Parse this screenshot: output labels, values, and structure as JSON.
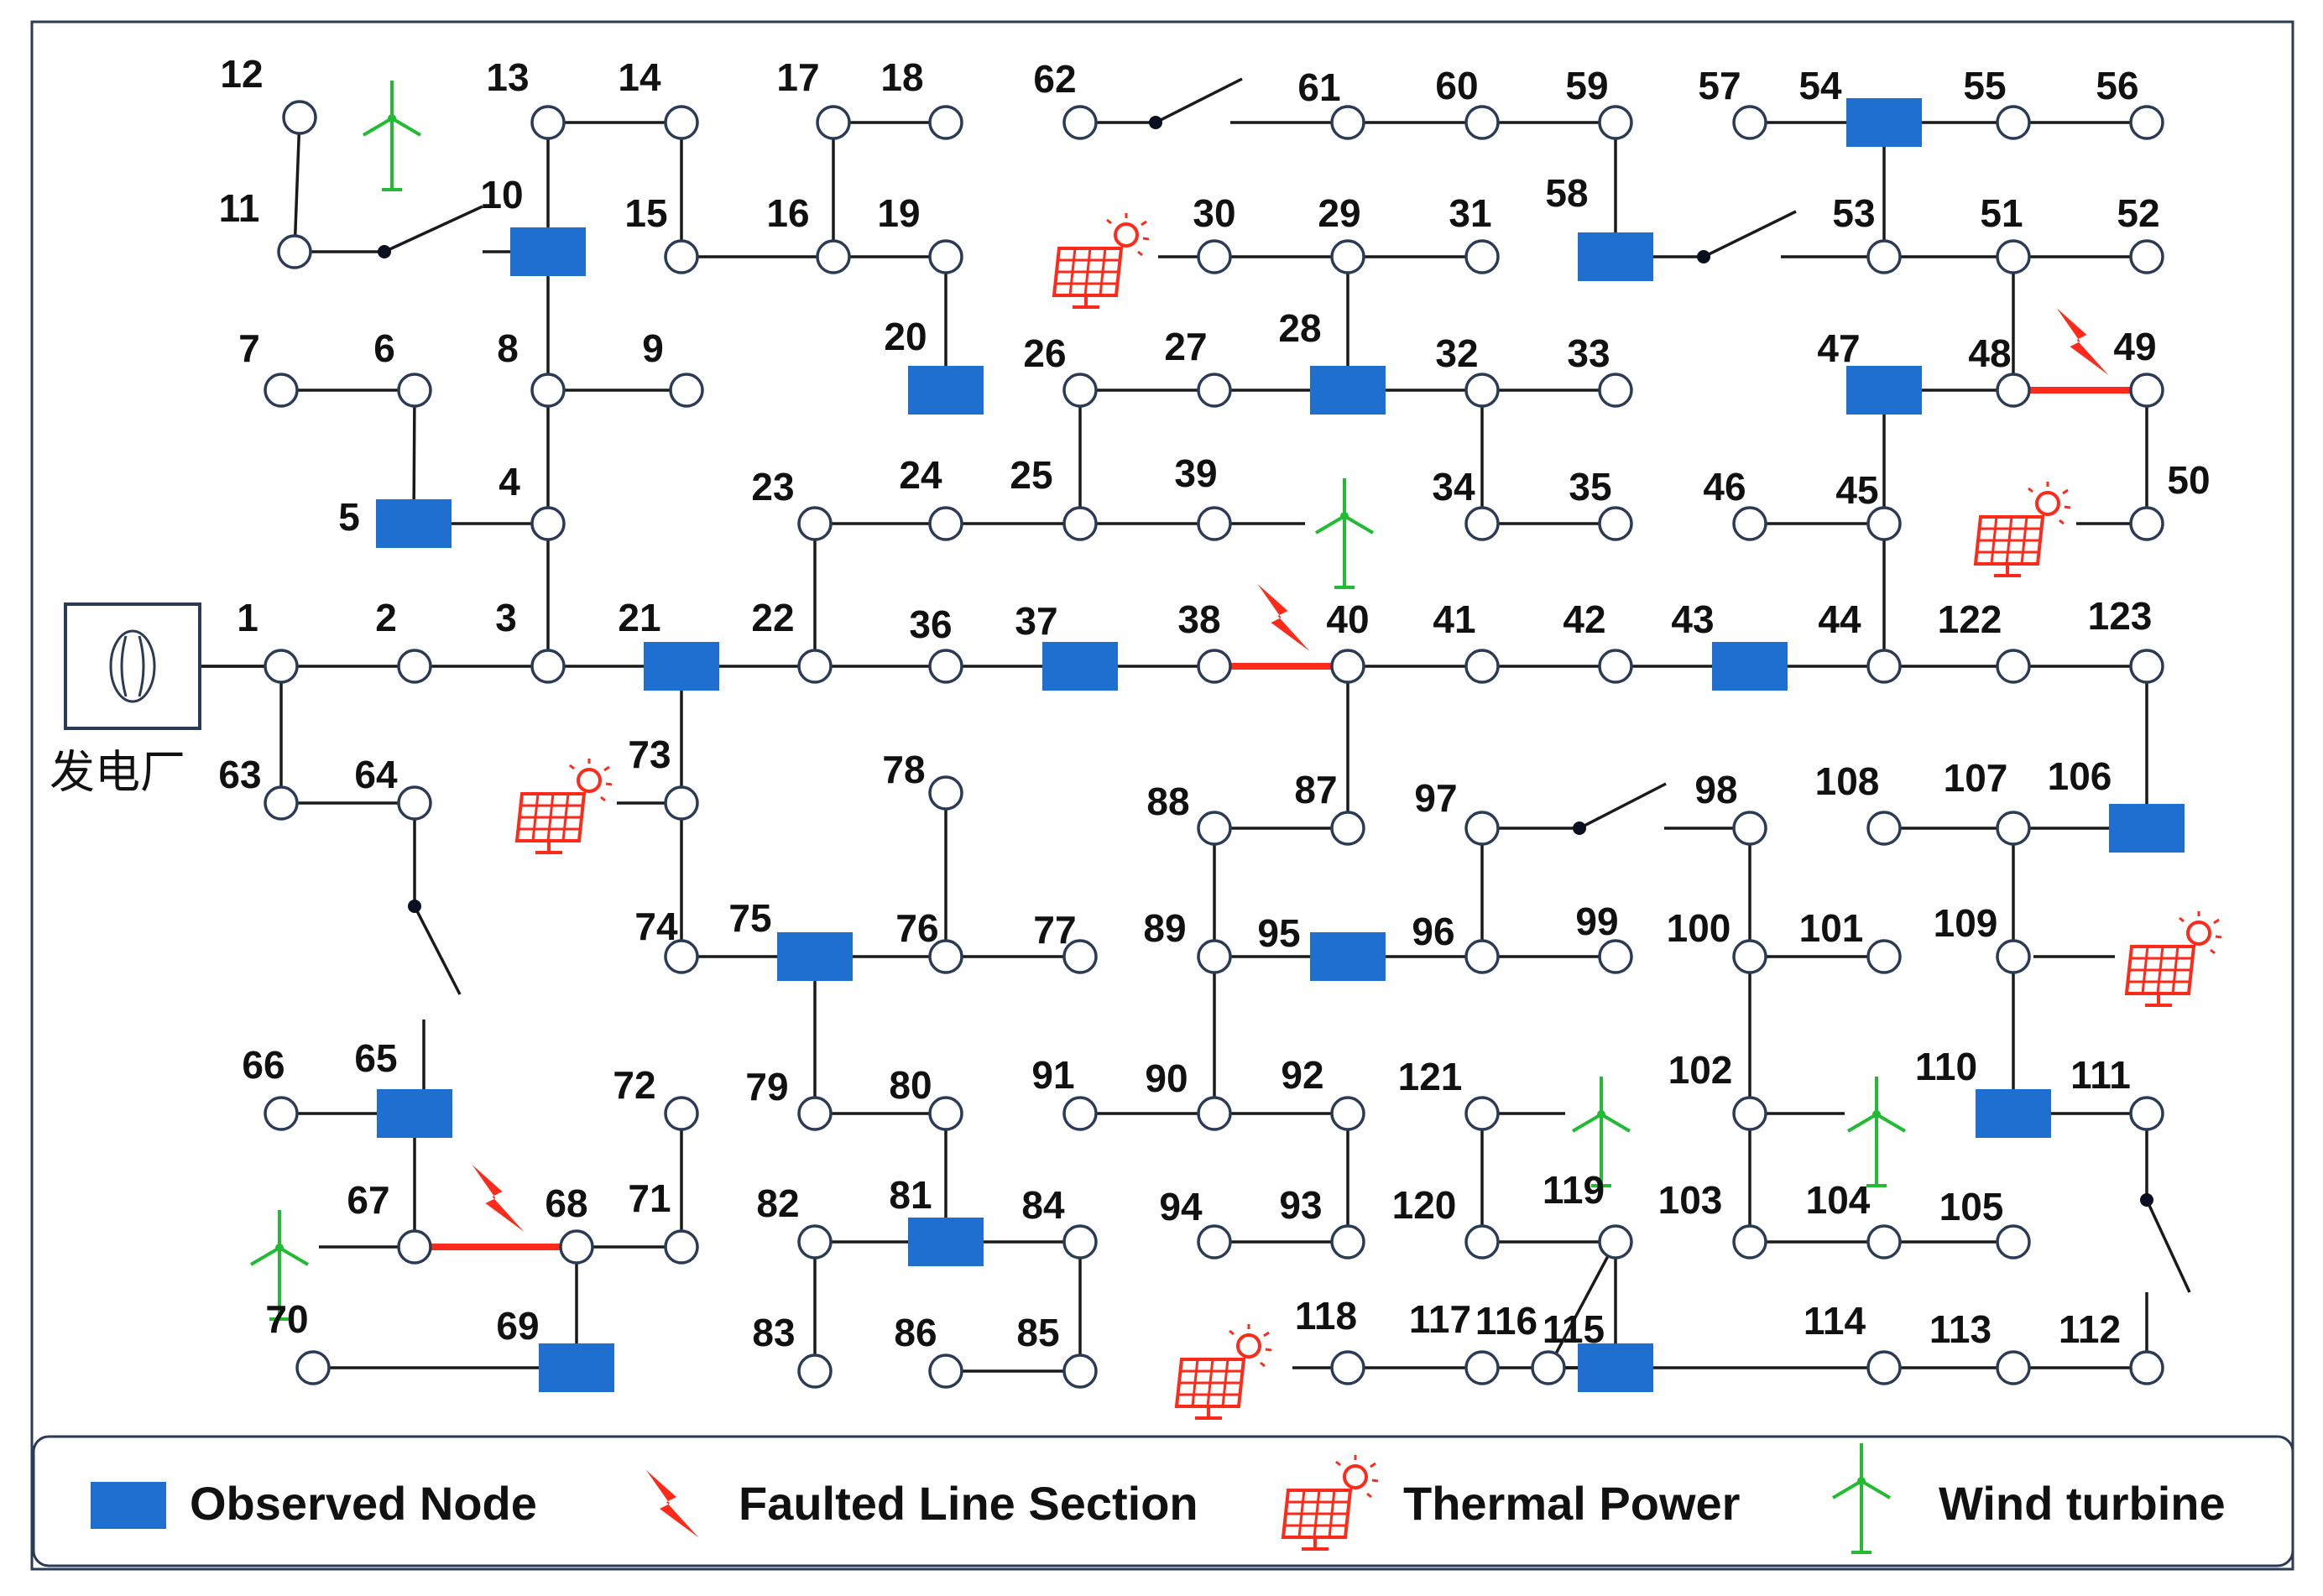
{
  "diagram": {
    "plant_label": "发电厂",
    "node_labels": [
      "1",
      "2",
      "3",
      "4",
      "5",
      "6",
      "7",
      "8",
      "9",
      "10",
      "11",
      "12",
      "13",
      "14",
      "15",
      "16",
      "17",
      "18",
      "19",
      "20",
      "21",
      "22",
      "23",
      "24",
      "25",
      "26",
      "27",
      "28",
      "29",
      "30",
      "31",
      "32",
      "33",
      "34",
      "35",
      "36",
      "37",
      "38",
      "39",
      "40",
      "41",
      "42",
      "43",
      "44",
      "45",
      "46",
      "47",
      "48",
      "49",
      "50",
      "51",
      "52",
      "53",
      "54",
      "55",
      "56",
      "57",
      "58",
      "59",
      "60",
      "61",
      "62",
      "63",
      "64",
      "65",
      "66",
      "67",
      "68",
      "69",
      "70",
      "71",
      "72",
      "73",
      "74",
      "75",
      "76",
      "77",
      "78",
      "79",
      "80",
      "81",
      "82",
      "83",
      "84",
      "85",
      "86",
      "87",
      "88",
      "89",
      "90",
      "91",
      "92",
      "93",
      "94",
      "95",
      "96",
      "97",
      "98",
      "99",
      "100",
      "101",
      "102",
      "103",
      "104",
      "105",
      "106",
      "107",
      "108",
      "109",
      "110",
      "111",
      "112",
      "113",
      "114",
      "115",
      "116",
      "117",
      "118",
      "119",
      "120",
      "121",
      "122",
      "123"
    ],
    "observed_nodes": [
      "5",
      "10",
      "20",
      "21",
      "28",
      "37",
      "43",
      "47",
      "54",
      "58",
      "65",
      "69",
      "75",
      "81",
      "95",
      "106",
      "110",
      "115"
    ],
    "faulted_sections": [
      [
        "38",
        "40"
      ],
      [
        "48",
        "49"
      ],
      [
        "67",
        "68"
      ]
    ],
    "thermal_power_at": [
      "30",
      "50",
      "73",
      "109",
      "118"
    ],
    "wind_turbine_at": [
      "12",
      "39",
      "67",
      "102",
      "121"
    ],
    "switch_count": 6,
    "colors": {
      "observed": "#1e6fcf",
      "fault": "#ff2a1a",
      "thermal": "#ff2a1a",
      "wind": "#22bb33",
      "line": "#1a1a1a",
      "border": "#2b3a55"
    }
  },
  "legend": {
    "observed_label": "Observed Node",
    "fault_label": "Faulted Line Section",
    "thermal_label": "Thermal Power",
    "wind_label": "Wind turbine"
  }
}
